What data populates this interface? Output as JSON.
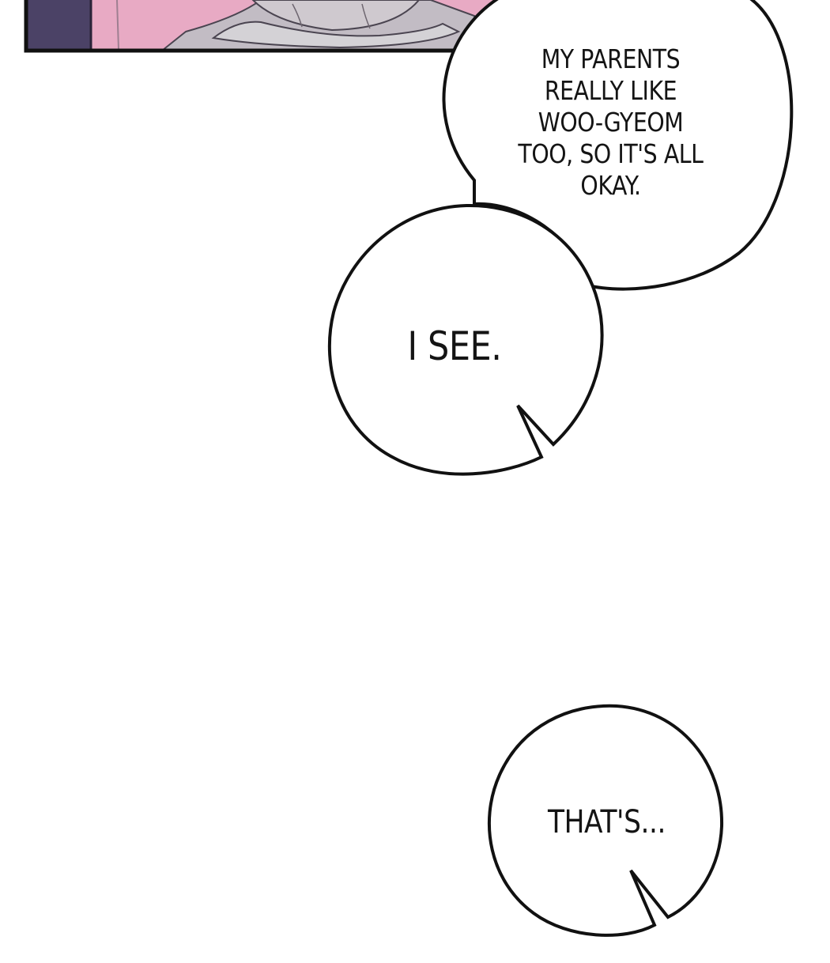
{
  "panel": {
    "colors": {
      "background": "#ffffff",
      "panel_pink": "#e8aac4",
      "panel_dark": "#4b4266",
      "shirt_gray": "#c2bcc4",
      "collar_gray": "#d4d2d6",
      "outline": "#111111"
    }
  },
  "bubbles": {
    "first": {
      "lines": [
        "MY PARENTS",
        "REALLY LIKE",
        "WOO-GYEOM",
        "TOO, SO IT'S ALL",
        "OKAY."
      ]
    },
    "second": {
      "text": "I SEE."
    },
    "third": {
      "text": "THAT'S..."
    }
  }
}
